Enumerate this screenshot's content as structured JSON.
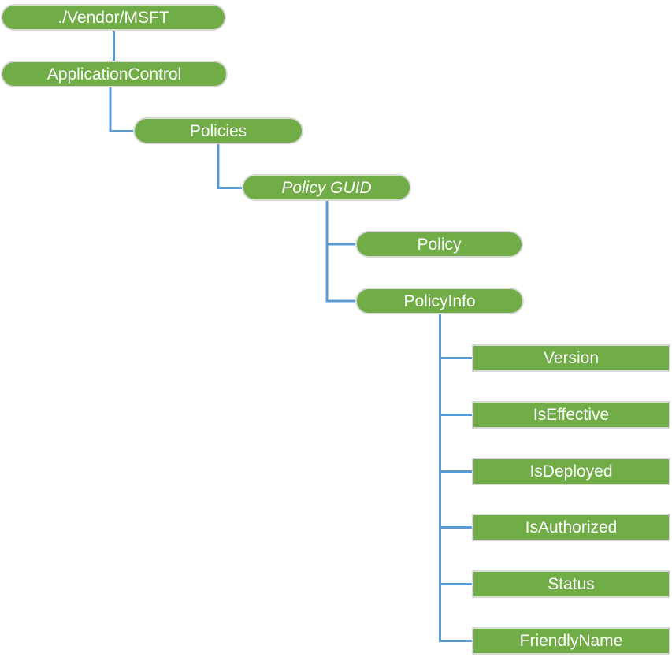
{
  "diagram": {
    "title": "ApplicationControl CSP node tree",
    "type": "tree",
    "colors": {
      "node_fill": "#70AD47",
      "node_border": "#D9D9D9",
      "connector": "#5B9BD5",
      "node_text": "#FFFFFF",
      "background": "#FFFFFF"
    },
    "nodes": [
      {
        "id": "vendor-msft",
        "label": "./Vendor/MSFT",
        "shape": "pill",
        "italic": false,
        "parent": null
      },
      {
        "id": "application-control",
        "label": "ApplicationControl",
        "shape": "pill",
        "italic": false,
        "parent": "vendor-msft"
      },
      {
        "id": "policies",
        "label": "Policies",
        "shape": "pill",
        "italic": false,
        "parent": "application-control"
      },
      {
        "id": "policy-guid",
        "label": "Policy GUID",
        "shape": "pill",
        "italic": true,
        "parent": "policies"
      },
      {
        "id": "policy",
        "label": "Policy",
        "shape": "pill",
        "italic": false,
        "parent": "policy-guid"
      },
      {
        "id": "policy-info",
        "label": "PolicyInfo",
        "shape": "pill",
        "italic": false,
        "parent": "policy-guid"
      },
      {
        "id": "version",
        "label": "Version",
        "shape": "rect",
        "italic": false,
        "parent": "policy-info"
      },
      {
        "id": "is-effective",
        "label": "IsEffective",
        "shape": "rect",
        "italic": false,
        "parent": "policy-info"
      },
      {
        "id": "is-deployed",
        "label": "IsDeployed",
        "shape": "rect",
        "italic": false,
        "parent": "policy-info"
      },
      {
        "id": "is-authorized",
        "label": "IsAuthorized",
        "shape": "rect",
        "italic": false,
        "parent": "policy-info"
      },
      {
        "id": "status",
        "label": "Status",
        "shape": "rect",
        "italic": false,
        "parent": "policy-info"
      },
      {
        "id": "friendly-name",
        "label": "FriendlyName",
        "shape": "rect",
        "italic": false,
        "parent": "policy-info"
      }
    ]
  }
}
